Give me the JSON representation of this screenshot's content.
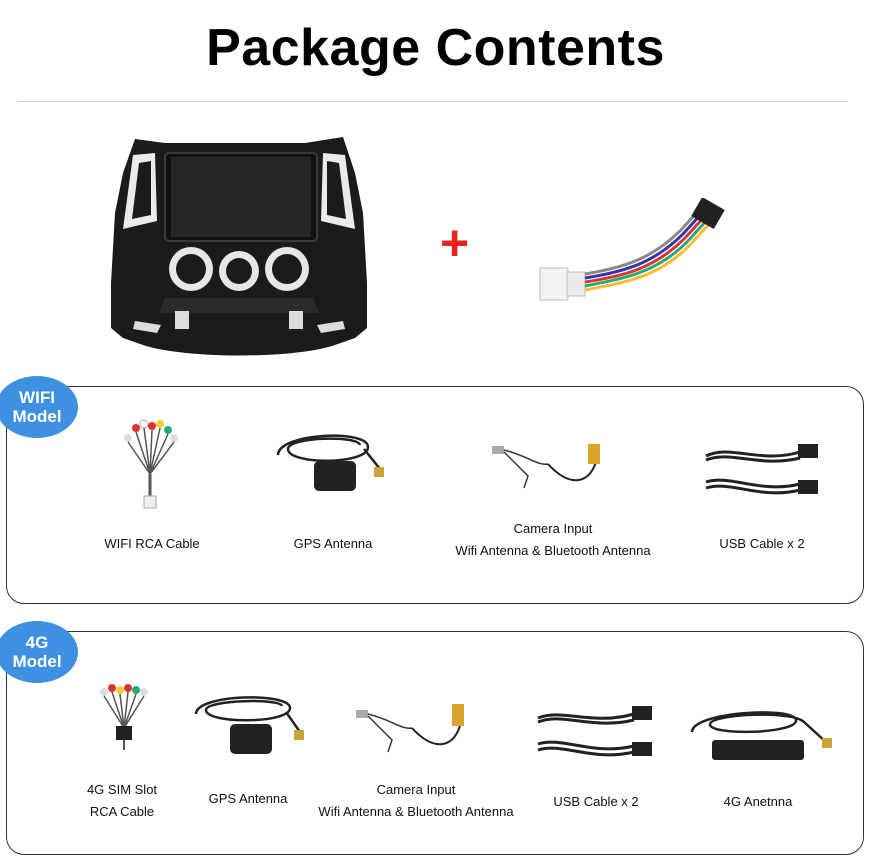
{
  "title": "Package Contents",
  "plus_symbol": "+",
  "wifi_section": {
    "badge_line1": "WIFI",
    "badge_line2": "Model",
    "items": [
      {
        "name": "WIFI RCA Cable"
      },
      {
        "name": "GPS Antenna"
      },
      {
        "line1": "Camera Input",
        "line2": "Wifi Antenna & Bluetooth Antenna"
      },
      {
        "name": "USB Cable x 2"
      }
    ]
  },
  "fourg_section": {
    "badge_line1": "4G",
    "badge_line2": "Model",
    "items": [
      {
        "line1": "4G SIM Slot",
        "line2": "RCA Cable"
      },
      {
        "name": "GPS Antenna"
      },
      {
        "line1": "Camera Input",
        "line2": "Wifi Antenna & Bluetooth Antenna"
      },
      {
        "name": "USB Cable x 2"
      },
      {
        "name": "4G Anetnna"
      }
    ]
  },
  "colors": {
    "badge": "#3f90e0",
    "plus": "#e8231d",
    "panel_border": "#333333",
    "unit_body": "#1b1b1b"
  }
}
